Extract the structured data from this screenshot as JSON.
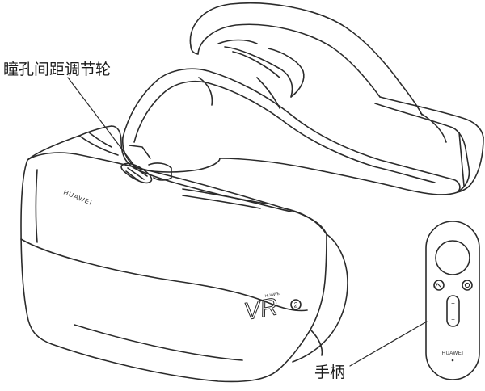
{
  "callouts": {
    "ipd_wheel": "瞳孔间距调节轮",
    "controller": "手柄"
  },
  "brand_text": {
    "headset_front": "HUAWEI",
    "vr_badge_small": "HUAWEI",
    "vr_logo": "VR",
    "vr_badge_number": "2",
    "controller_logo": "HUAWEI"
  },
  "controller_buttons": {
    "plus": "+",
    "minus": "−"
  },
  "colors": {
    "line": "#2b2b2b",
    "background": "#ffffff",
    "text": "#1a1a1a"
  }
}
